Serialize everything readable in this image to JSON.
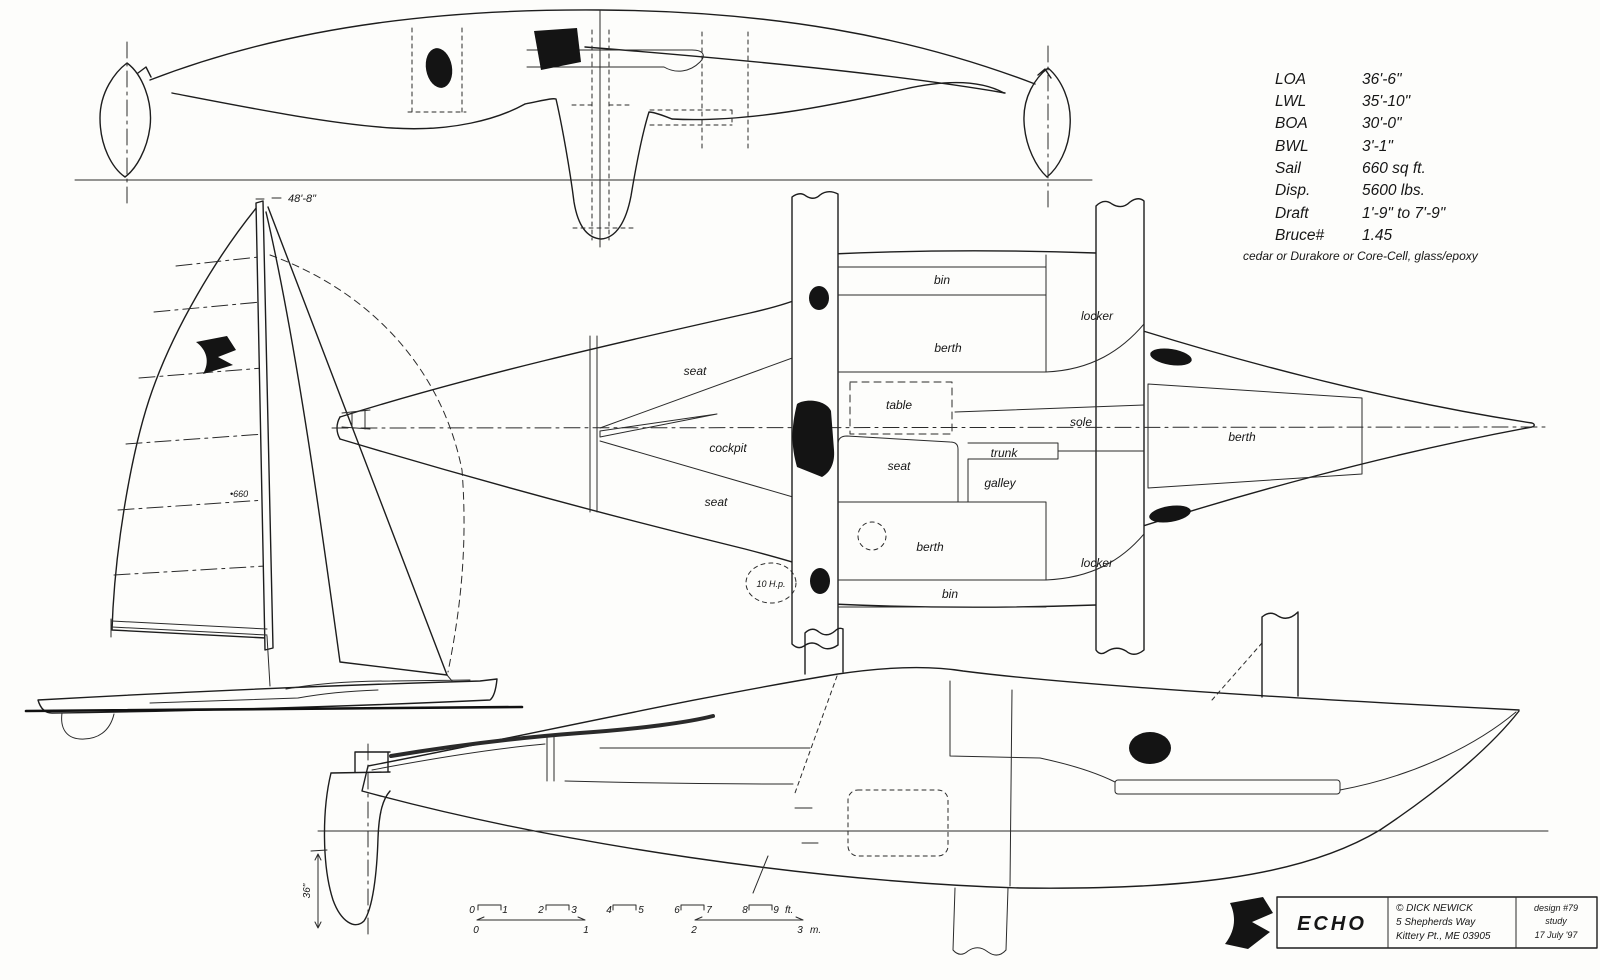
{
  "drawing": {
    "specs": {
      "rows": [
        {
          "label": "LOA",
          "value": "36'-6\""
        },
        {
          "label": "LWL",
          "value": "35'-10\""
        },
        {
          "label": "BOA",
          "value": "30'-0\""
        },
        {
          "label": "BWL",
          "value": "3'-1\""
        },
        {
          "label": "Sail",
          "value": "660 sq ft."
        },
        {
          "label": "Disp.",
          "value": "5600 lbs."
        },
        {
          "label": "Draft",
          "value": "1'-9\" to 7'-9\""
        },
        {
          "label": "Bruce#",
          "value": "1.45"
        }
      ],
      "material_note": "cedar or Durakore or Core-Cell, glass/epoxy"
    },
    "dimensions": {
      "mast_height": "48'-8\"",
      "rudder_depth": "36\"",
      "sail_number": "•660"
    },
    "plan_labels": {
      "bin_top": "bin",
      "berth_top": "berth",
      "locker_top": "locker",
      "table": "table",
      "sole": "sole",
      "seat_starboard": "seat",
      "cockpit": "cockpit",
      "seat_port": "seat",
      "seat_cabin": "seat",
      "trunk": "trunk",
      "galley": "galley",
      "berth_main": "berth",
      "locker_bottom": "locker",
      "bin_bottom": "bin",
      "berth_forward": "berth",
      "engine": "10 H.p."
    },
    "scale_bar": {
      "feet_ticks": [
        "0",
        "1",
        "2",
        "3",
        "4",
        "5",
        "6",
        "7",
        "8",
        "9"
      ],
      "feet_unit": "ft.",
      "meter_ticks": [
        "0",
        "1",
        "2",
        "3"
      ],
      "meter_unit": "m."
    },
    "title_block": {
      "boat_name": "ECHO",
      "copyright": "© DICK NEWICK",
      "address_line1": "5 Shepherds Way",
      "address_line2": "Kittery Pt., ME 03905",
      "design_number": "design #79",
      "stage": "study",
      "date": "17 July '97"
    }
  }
}
